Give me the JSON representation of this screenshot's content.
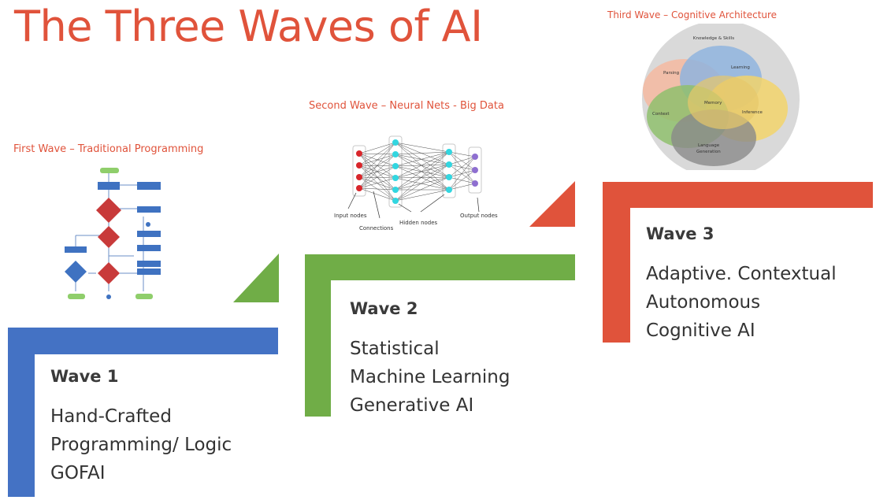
{
  "slide": {
    "title": "The Three Waves of AI",
    "colors": {
      "title": "#e0533b",
      "caption": "#e0533b",
      "wave1": "#4472c4",
      "wave2": "#70ad47",
      "wave3": "#e0533b"
    }
  },
  "wave1": {
    "caption": "First Wave – Traditional Programming",
    "heading": "Wave 1",
    "lines": [
      "Hand-Crafted",
      "Programming/ Logic",
      "GOFAI"
    ],
    "image": "flowchart"
  },
  "wave2": {
    "caption": "Second Wave – Neural Nets - Big Data",
    "heading": "Wave 2",
    "lines": [
      "Statistical",
      "Machine Learning",
      "Generative AI"
    ],
    "image": "neural-network-diagram",
    "diagram_labels": {
      "input": "Input nodes",
      "connections": "Connections",
      "hidden": "Hidden nodes",
      "output": "Output nodes"
    }
  },
  "wave3": {
    "caption": "Third Wave – Cognitive Architecture",
    "heading": "Wave 3",
    "lines": [
      "Adaptive. Contextual",
      "Autonomous",
      "Cognitive AI"
    ],
    "image": "cognitive-architecture-venn",
    "venn_labels": {
      "outer": "Knowledge & Skills",
      "parsing": "Parsing",
      "learning": "Learning",
      "memory": "Memory",
      "context": "Context",
      "inference": "Inference",
      "language1": "Language",
      "language2": "Generation"
    }
  }
}
